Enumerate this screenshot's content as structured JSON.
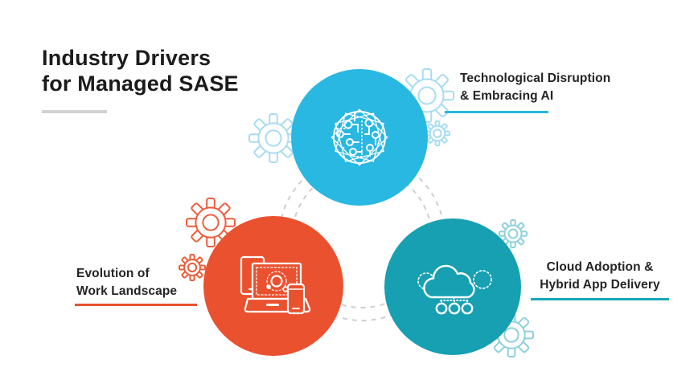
{
  "title": {
    "line1": "Industry Drivers",
    "line2": "for Managed SASE"
  },
  "drivers": [
    {
      "name": "technological-disruption",
      "line1": "Technological Disruption",
      "line2": "& Embracing AI",
      "circle_color": "#29b8e2",
      "underline_color": "#29b8e2",
      "icon": "ai-brain-circuit-icon"
    },
    {
      "name": "evolution-of-work",
      "line1": "Evolution of",
      "line2": "Work Landscape",
      "circle_color": "#ea512f",
      "underline_color": "#ea512f",
      "icon": "devices-icon"
    },
    {
      "name": "cloud-adoption",
      "line1": "Cloud Adoption &",
      "line2": "Hybrid App Delivery",
      "circle_color": "#16a0b2",
      "underline_color": "#17a8bb",
      "icon": "cloud-delivery-icon"
    }
  ],
  "decor": {
    "title_rule_color": "#d2d2d2",
    "dashed_ring_color": "#cfcfcf",
    "gear_colors": {
      "light_cyan": "#a7dcf2",
      "orange": "#ec5d3b",
      "light_teal": "#8fd0dc"
    }
  }
}
